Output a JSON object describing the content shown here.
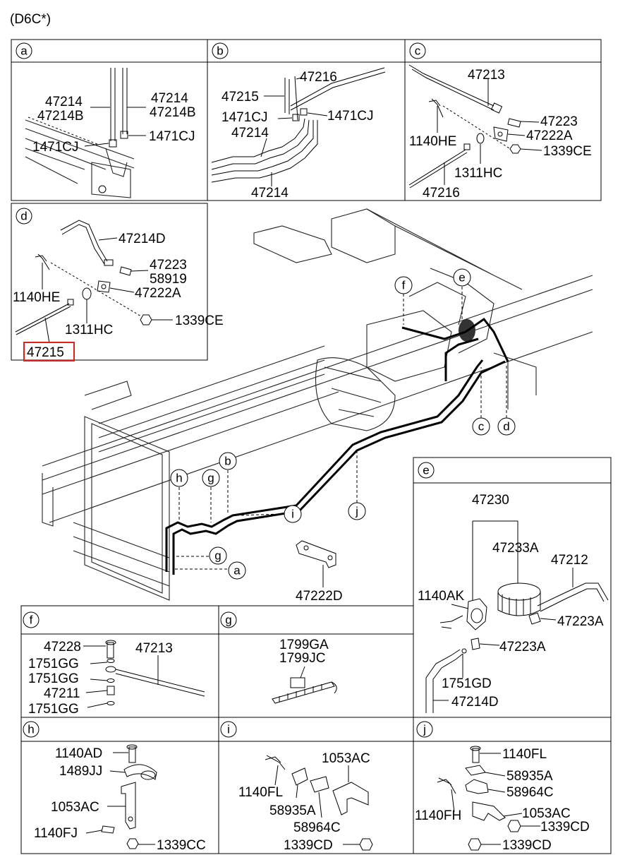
{
  "header": "(D6C*)",
  "highlight_color": "#e0201b",
  "panels": {
    "a": {
      "letter": "a",
      "labels": [
        "47214",
        "47214B",
        "47214",
        "47214B",
        "1471CJ",
        "1471CJ"
      ]
    },
    "b": {
      "letter": "b",
      "labels": [
        "47216",
        "47215",
        "1471CJ",
        "1471CJ",
        "47214",
        "47214"
      ]
    },
    "c": {
      "letter": "c",
      "labels": [
        "47213",
        "47223",
        "47222A",
        "1140HE",
        "1339CE",
        "1311HC",
        "47216"
      ]
    },
    "d": {
      "letter": "d",
      "labels": [
        "47214D",
        "47223",
        "58919",
        "47222A",
        "1140HE",
        "1339CE",
        "1311HC",
        "47215"
      ]
    },
    "e": {
      "letter": "e",
      "labels": [
        "47230",
        "47233A",
        "47212",
        "1140AK",
        "47223A",
        "47223A",
        "1751GD",
        "47214D"
      ]
    },
    "f": {
      "letter": "f",
      "labels": [
        "47228",
        "47213",
        "1751GG",
        "1751GG",
        "47211",
        "1751GG"
      ]
    },
    "g": {
      "letter": "g",
      "labels": [
        "1799GA",
        "1799JC"
      ]
    },
    "h": {
      "letter": "h",
      "labels": [
        "1140AD",
        "1489JJ",
        "1053AC",
        "1140FJ",
        "1339CC"
      ]
    },
    "i": {
      "letter": "i",
      "labels": [
        "1053AC",
        "1140FL",
        "58935A",
        "58964C",
        "1339CD"
      ]
    },
    "j": {
      "letter": "j",
      "labels": [
        "1140FL",
        "58935A",
        "58964C",
        "1140FH",
        "1053AC",
        "1339CD",
        "1339CD"
      ]
    }
  },
  "main": {
    "callouts": [
      "f",
      "e",
      "c",
      "d",
      "b",
      "h",
      "g",
      "i",
      "j",
      "g",
      "a"
    ],
    "part_label": "47222D"
  }
}
